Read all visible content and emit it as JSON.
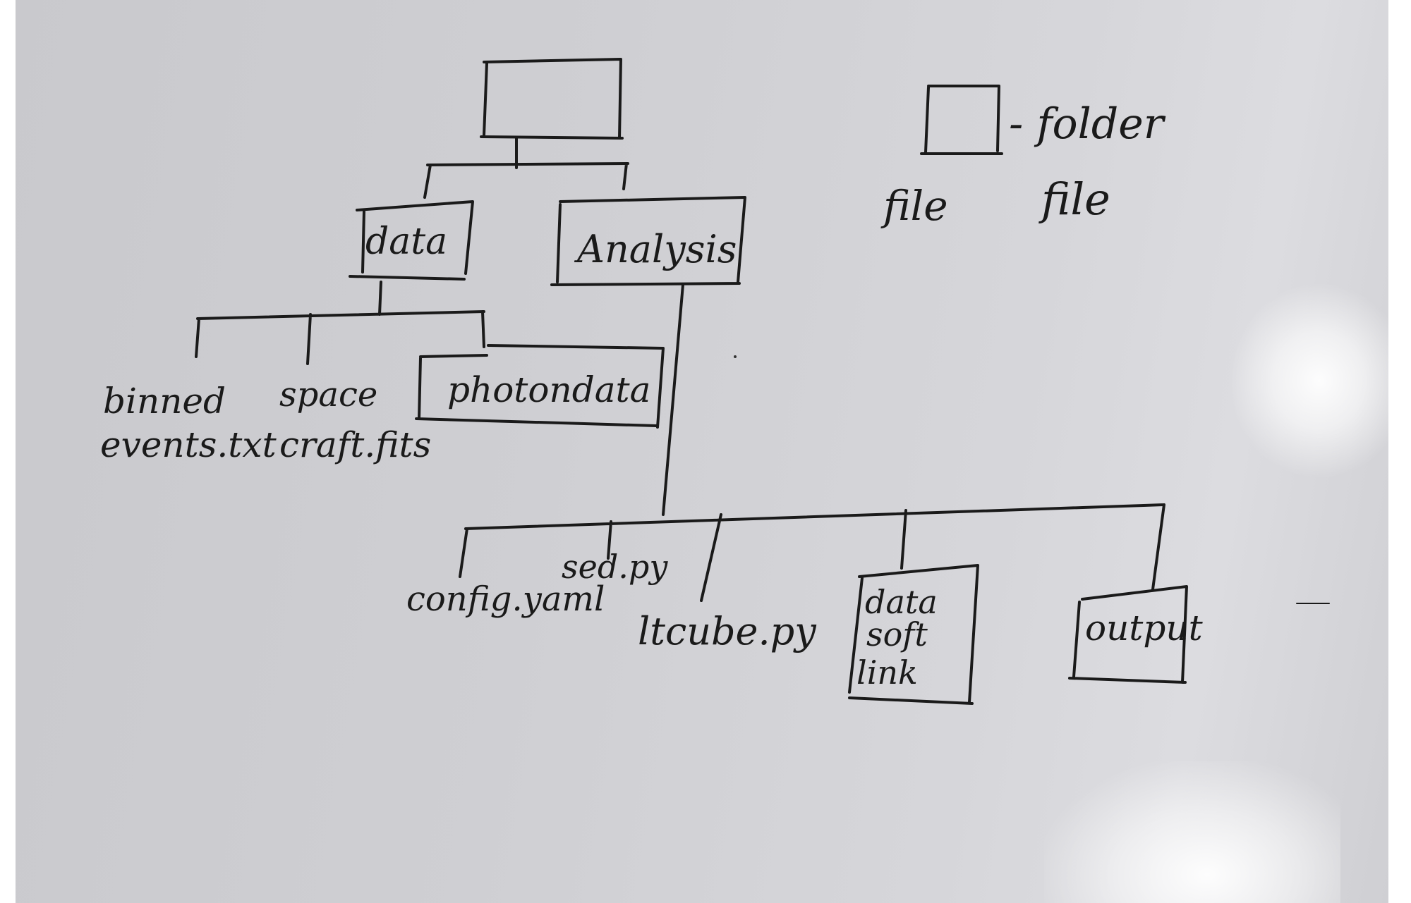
{
  "diagram": {
    "legend": {
      "folder_label": "- folder",
      "file_left": "file",
      "file_right": "file"
    },
    "folders": {
      "root": "",
      "data": "data",
      "analysis": "Analysis",
      "photondata": "photondata",
      "data_soft_link": [
        "data",
        "soft",
        "link"
      ],
      "output": "output"
    },
    "files": {
      "binned_events": [
        "binned",
        "events.txt"
      ],
      "spacecraft": [
        "space",
        "craft.fits"
      ],
      "config": "config.yaml",
      "sed": "sed.py",
      "ltcube": "ltcube.py"
    }
  }
}
